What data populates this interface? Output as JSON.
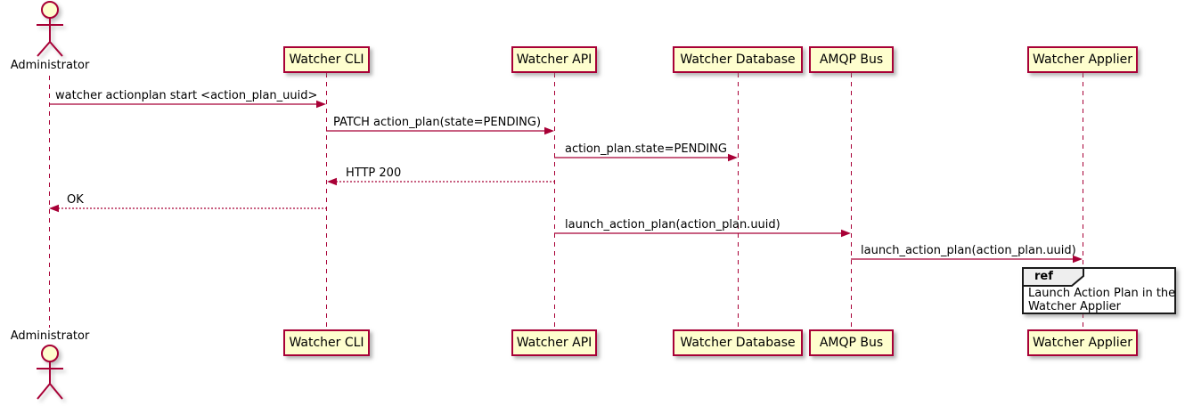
{
  "colors": {
    "background": "#FFFFFF",
    "participant_fill": "#FEFECE",
    "participant_border": "#A80036",
    "lifeline": "#A80036",
    "arrow": "#A80036",
    "text": "#000000",
    "ref_border": "#1A1A1A",
    "ref_tab_fill": "#EEEEEE"
  },
  "actor": {
    "label": "Administrator"
  },
  "participants": [
    {
      "label": "Watcher CLI"
    },
    {
      "label": "Watcher API"
    },
    {
      "label": "Watcher Database"
    },
    {
      "label": "AMQP Bus"
    },
    {
      "label": "Watcher Applier"
    }
  ],
  "messages": [
    {
      "from": "Administrator",
      "to": "Watcher CLI",
      "style": "solid",
      "text": "watcher actionplan start <action_plan_uuid>"
    },
    {
      "from": "Watcher CLI",
      "to": "Watcher API",
      "style": "solid",
      "text": "PATCH action_plan(state=PENDING)"
    },
    {
      "from": "Watcher API",
      "to": "Watcher Database",
      "style": "solid",
      "text": "action_plan.state=PENDING"
    },
    {
      "from": "Watcher API",
      "to": "Watcher CLI",
      "style": "dashed",
      "text": "HTTP 200"
    },
    {
      "from": "Watcher CLI",
      "to": "Administrator",
      "style": "dashed",
      "text": "OK"
    },
    {
      "from": "Watcher API",
      "to": "AMQP Bus",
      "style": "solid",
      "text": "launch_action_plan(action_plan.uuid)"
    },
    {
      "from": "AMQP Bus",
      "to": "Watcher Applier",
      "style": "solid",
      "text": "launch_action_plan(action_plan.uuid)"
    }
  ],
  "ref": {
    "keyword": "ref",
    "line1": "Launch Action Plan in the",
    "line2": "Watcher Applier"
  }
}
